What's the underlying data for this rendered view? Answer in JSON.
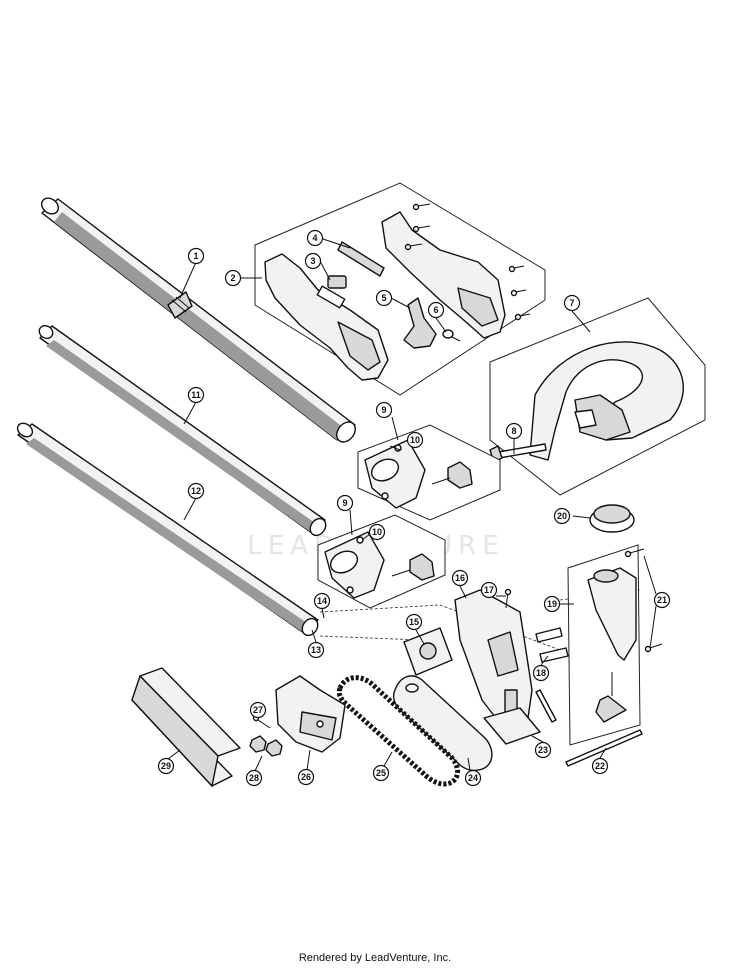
{
  "watermark": "LEADVENTURE",
  "footer": "Rendered by LeadVenture, Inc.",
  "callouts": [
    "1",
    "2",
    "3",
    "4",
    "5",
    "6",
    "7",
    "8",
    "9",
    "10",
    "9",
    "10",
    "11",
    "12",
    "13",
    "14",
    "15",
    "16",
    "17",
    "18",
    "19",
    "20",
    "21",
    "22",
    "23",
    "24",
    "25",
    "26",
    "27",
    "28",
    "29"
  ]
}
